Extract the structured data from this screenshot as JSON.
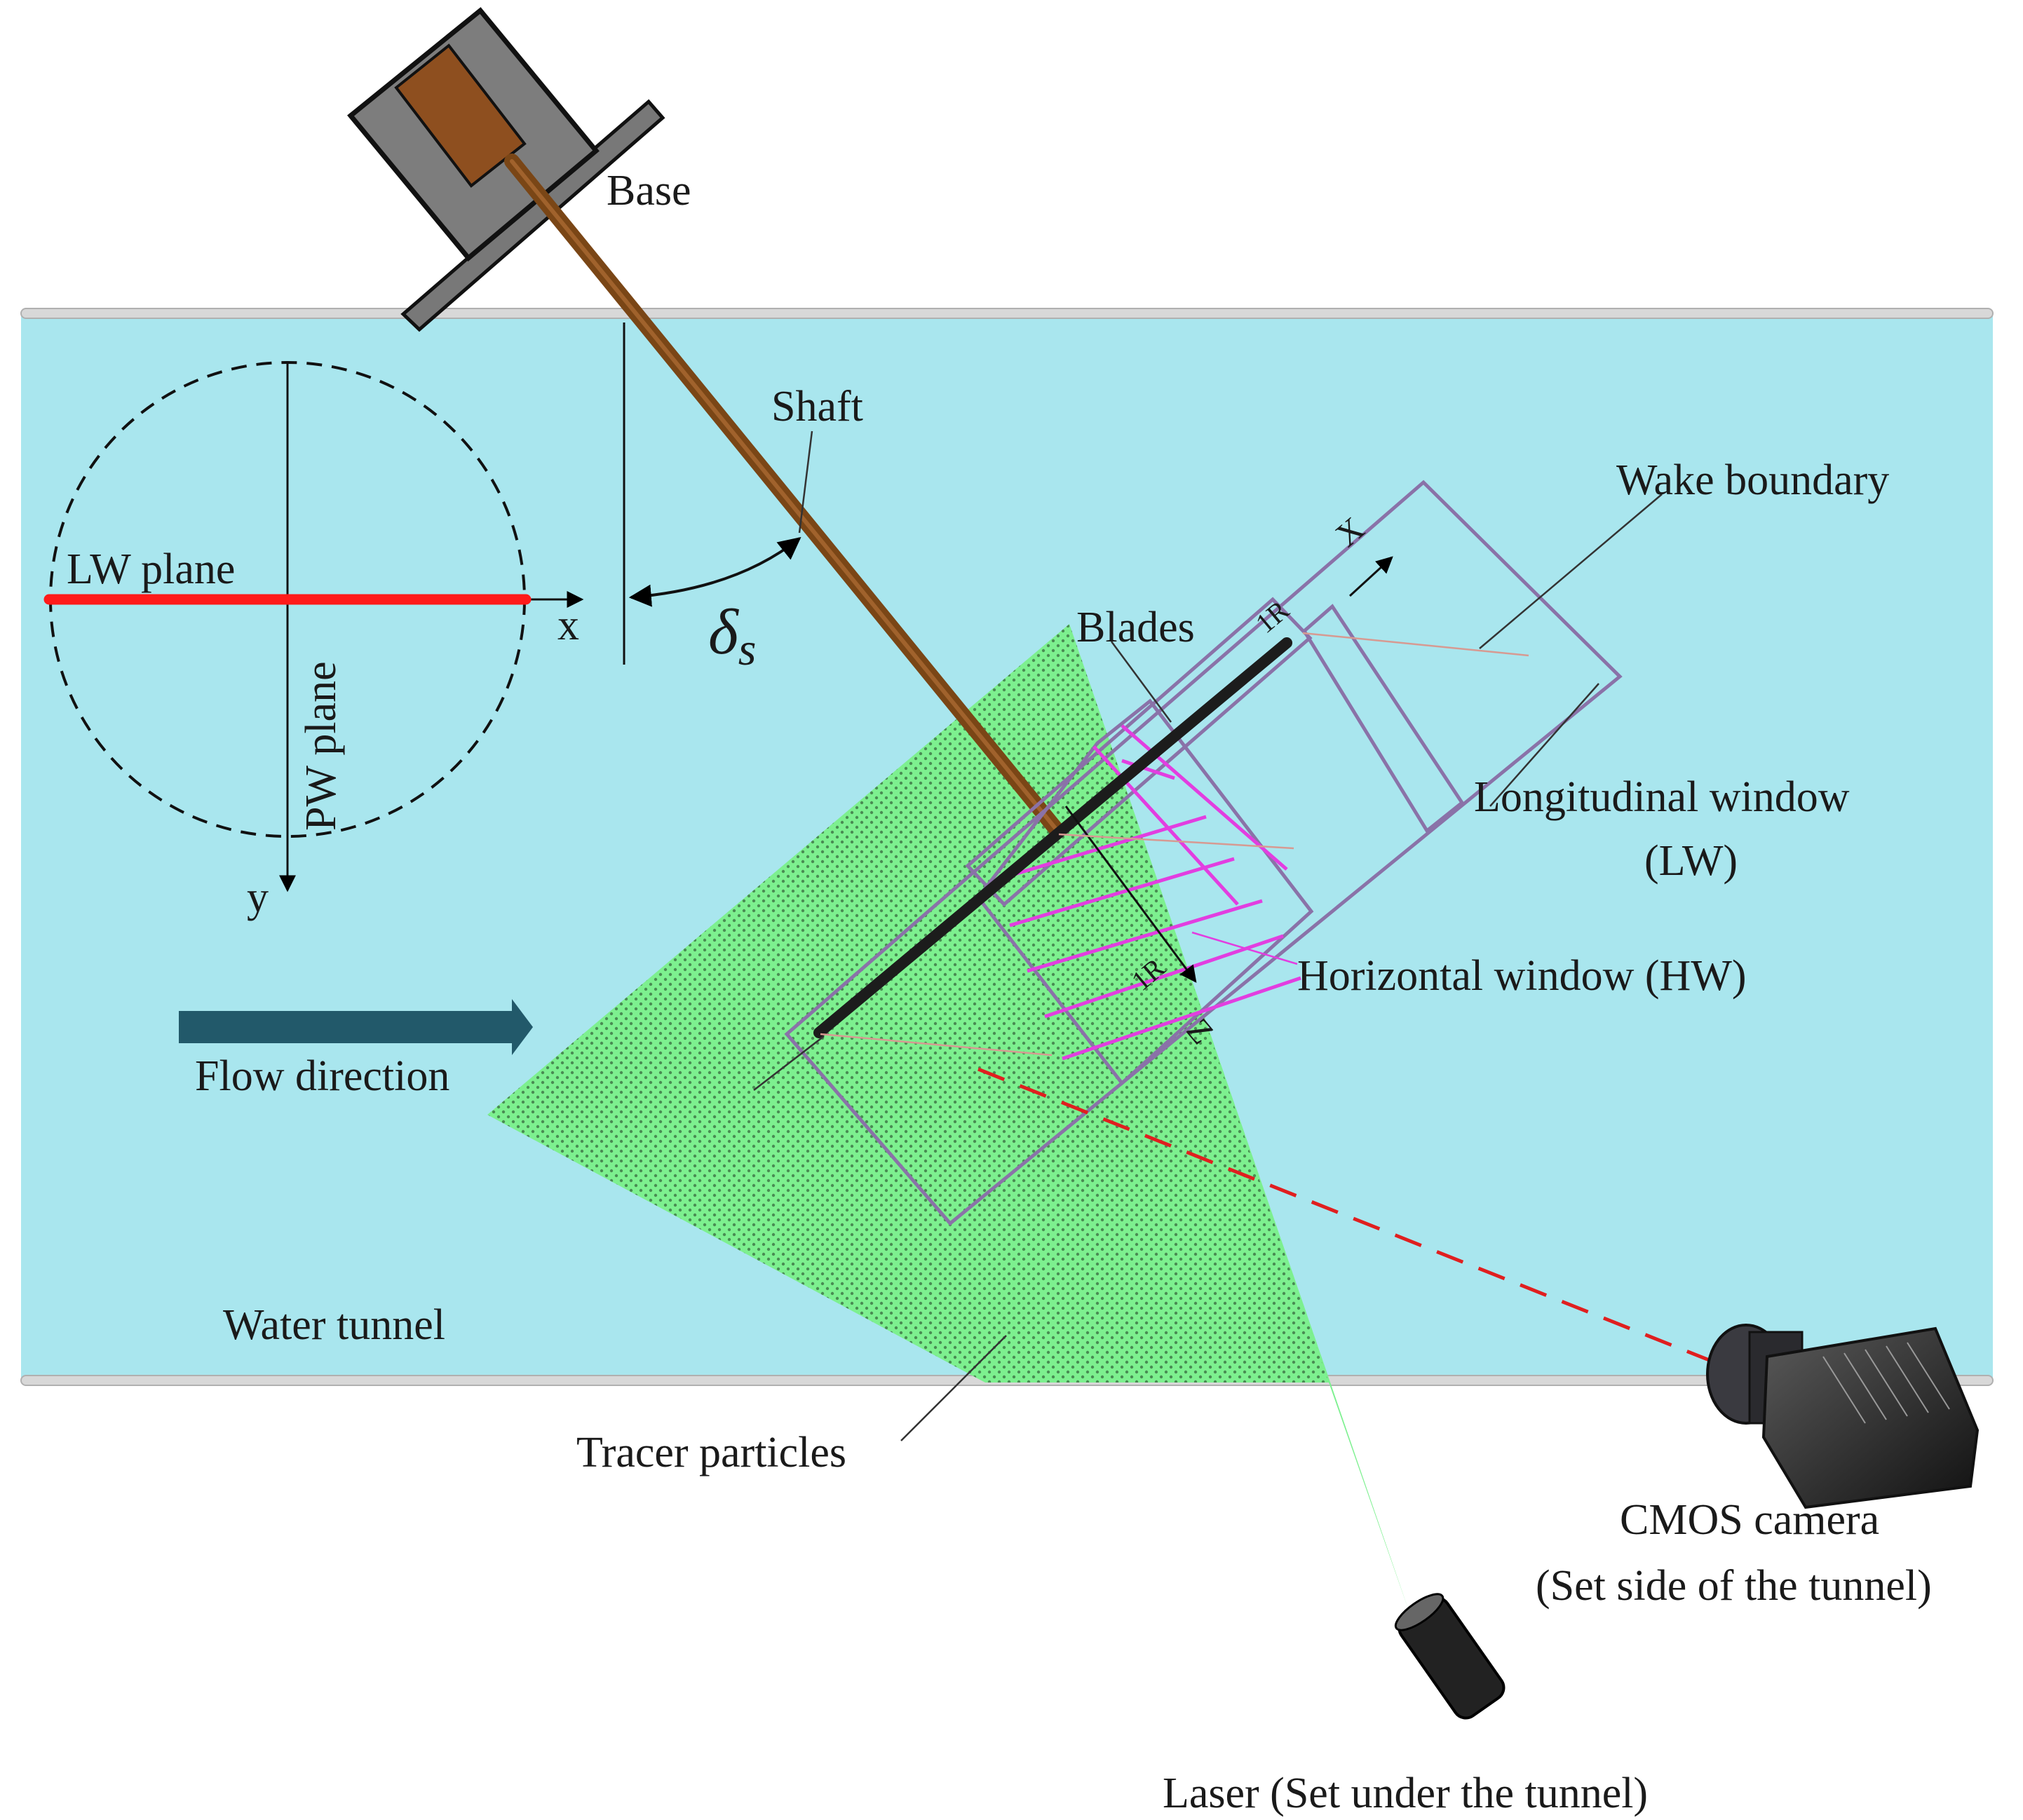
{
  "labels": {
    "base": "Base",
    "shaft": "Shaft",
    "wake_boundary": "Wake boundary",
    "lw_plane": "LW plane",
    "pw_plane": "PW plane",
    "x_axis": "x",
    "y_axis": "y",
    "delta_symbol": "δ",
    "delta_subscript": "s",
    "blades": "Blades",
    "lw_line1": "Longitudinal window",
    "lw_line2": "(LW)",
    "hw": "Horizontal window (HW)",
    "flow": "Flow direction",
    "water_tunnel": "Water tunnel",
    "tracer": "Tracer particles",
    "cmos_line1": "CMOS camera",
    "cmos_line2": "(Set side of the tunnel)",
    "laser": "Laser (Set under the tunnel)",
    "rotor_x": "X",
    "rotor_z": "Z",
    "r_top": "1R",
    "r_bottom": "1R"
  },
  "colors": {
    "water": "#a9e6ee",
    "laser_sheet": "#7df08f",
    "window_outline": "#8a72a8",
    "hw_lines": "#e23ee0",
    "shaft": "#7a4616",
    "lw_plane_line": "#ff1a1a",
    "flow_arrow": "#22596a",
    "camera_dashed": "#e01f1f"
  }
}
